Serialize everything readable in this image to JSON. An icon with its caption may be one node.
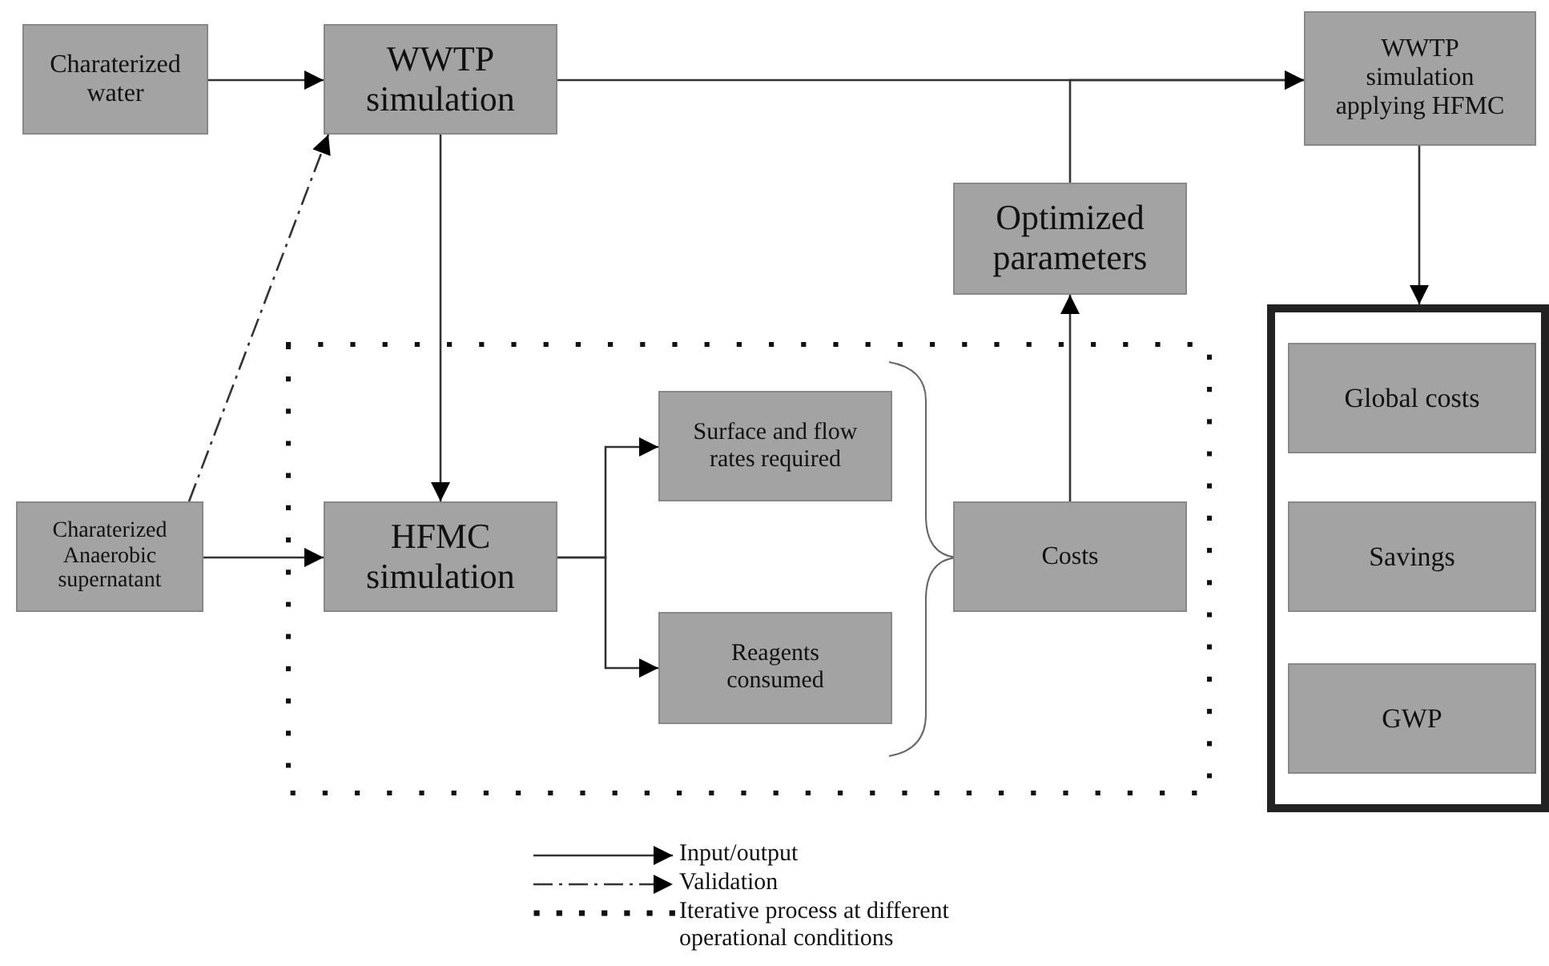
{
  "diagram": {
    "nodes": [
      {
        "text": [
          "Charaterized water"
        ]
      },
      {
        "text": [
          "WWTP simulation"
        ]
      },
      {
        "text": [
          "WWTP simulation applying HFMC"
        ]
      },
      {
        "text": [
          "Optimized parameters"
        ]
      },
      {
        "text": [],
        "shape": "box"
      },
      {
        "text": [
          "Charaterized Anaerobic supernatant"
        ]
      },
      {
        "text": [
          "HFMC simulation"
        ],
        "in": 4
      },
      {
        "text": [
          "Surface and flow rates required"
        ],
        "in": 4
      },
      {
        "text": [
          "Reagents consumed"
        ],
        "in": 4
      },
      {
        "text": [
          "Costs"
        ],
        "in": 4
      },
      {
        "text": [],
        "shape": "box"
      },
      {
        "text": [
          "Global costs"
        ],
        "in": 10
      },
      {
        "text": [
          "Savings"
        ],
        "in": 10
      },
      {
        "text": [
          "GWP"
        ],
        "in": 10
      }
    ],
    "edges": [
      {
        "from": 0,
        "to": 1,
        "arrow": "to"
      },
      {
        "from": 1,
        "to": 2,
        "arrow": "to"
      },
      {
        "from": 3,
        "to": 2,
        "arrow": "to"
      },
      {
        "from": 9,
        "to": 3,
        "arrow": "to"
      },
      {
        "from": 1,
        "to": 6,
        "arrow": "to"
      },
      {
        "from": 5,
        "to": 6,
        "arrow": "to"
      },
      {
        "from": 5,
        "to": 1,
        "arrow": "to",
        "style": "dashed"
      },
      {
        "from": 6,
        "to": 7,
        "arrow": "to"
      },
      {
        "from": 6,
        "to": 8,
        "arrow": "to"
      },
      {
        "from": 2,
        "to": 10,
        "arrow": "to"
      }
    ],
    "legend": [
      {
        "text": "Input/output"
      },
      {
        "text": "Validation"
      },
      {
        "text": "Iterative process at different operational conditions"
      }
    ]
  }
}
